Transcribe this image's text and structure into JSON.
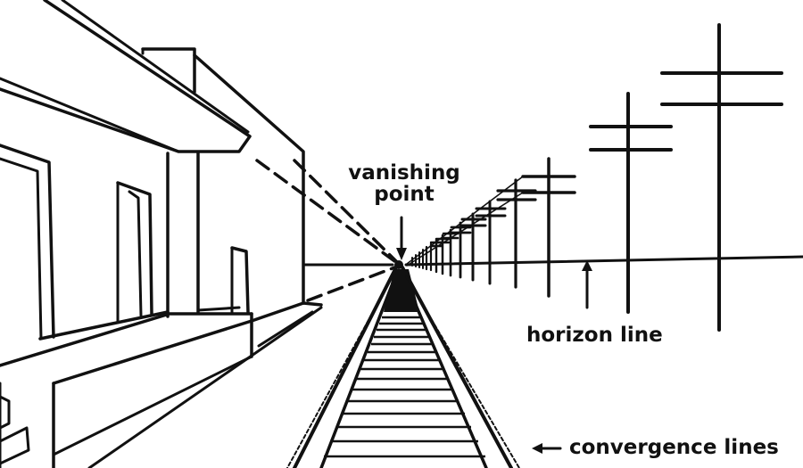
{
  "labels": {
    "vanishing_point_line1": "vanishing",
    "vanishing_point_line2": "point",
    "horizon_line": "horizon line",
    "convergence_lines": "convergence lines"
  },
  "colors": {
    "ink": "#111111",
    "background": "#ffffff"
  }
}
